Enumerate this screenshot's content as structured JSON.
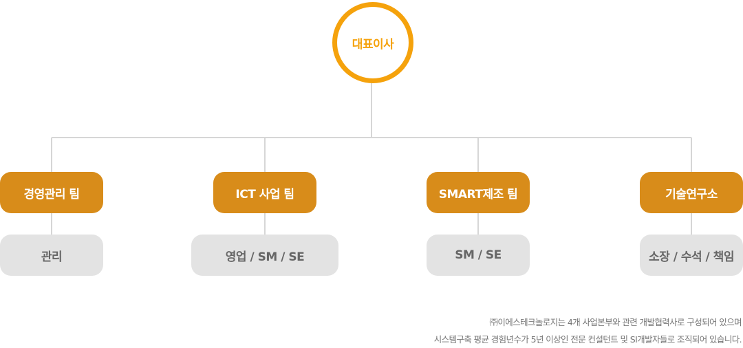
{
  "ceo": {
    "label": "대표이사"
  },
  "teams": [
    {
      "name": "경영관리 팀",
      "sub": "관리"
    },
    {
      "name": "ICT 사업 팀",
      "sub": "영업 / SM / SE"
    },
    {
      "name": "SMART제조 팀",
      "sub": "SM / SE"
    },
    {
      "name": "기술연구소",
      "sub": "소장 / 수석 / 책임"
    }
  ],
  "note": {
    "line1": "㈜이에스테크놀로지는 4개 사업본부와 관련 개발협력사로 구성되어 있으며",
    "line2": "시스템구축 평균 경험년수가 5년 이상인 전문 컨설턴트 및 SI개발자들로 조직되어 있습니다."
  },
  "colors": {
    "ceo_ring": "#f5a20c",
    "team_box": "#d88c1a",
    "sub_box": "#e3e3e3",
    "connector": "#d6d6d6"
  }
}
